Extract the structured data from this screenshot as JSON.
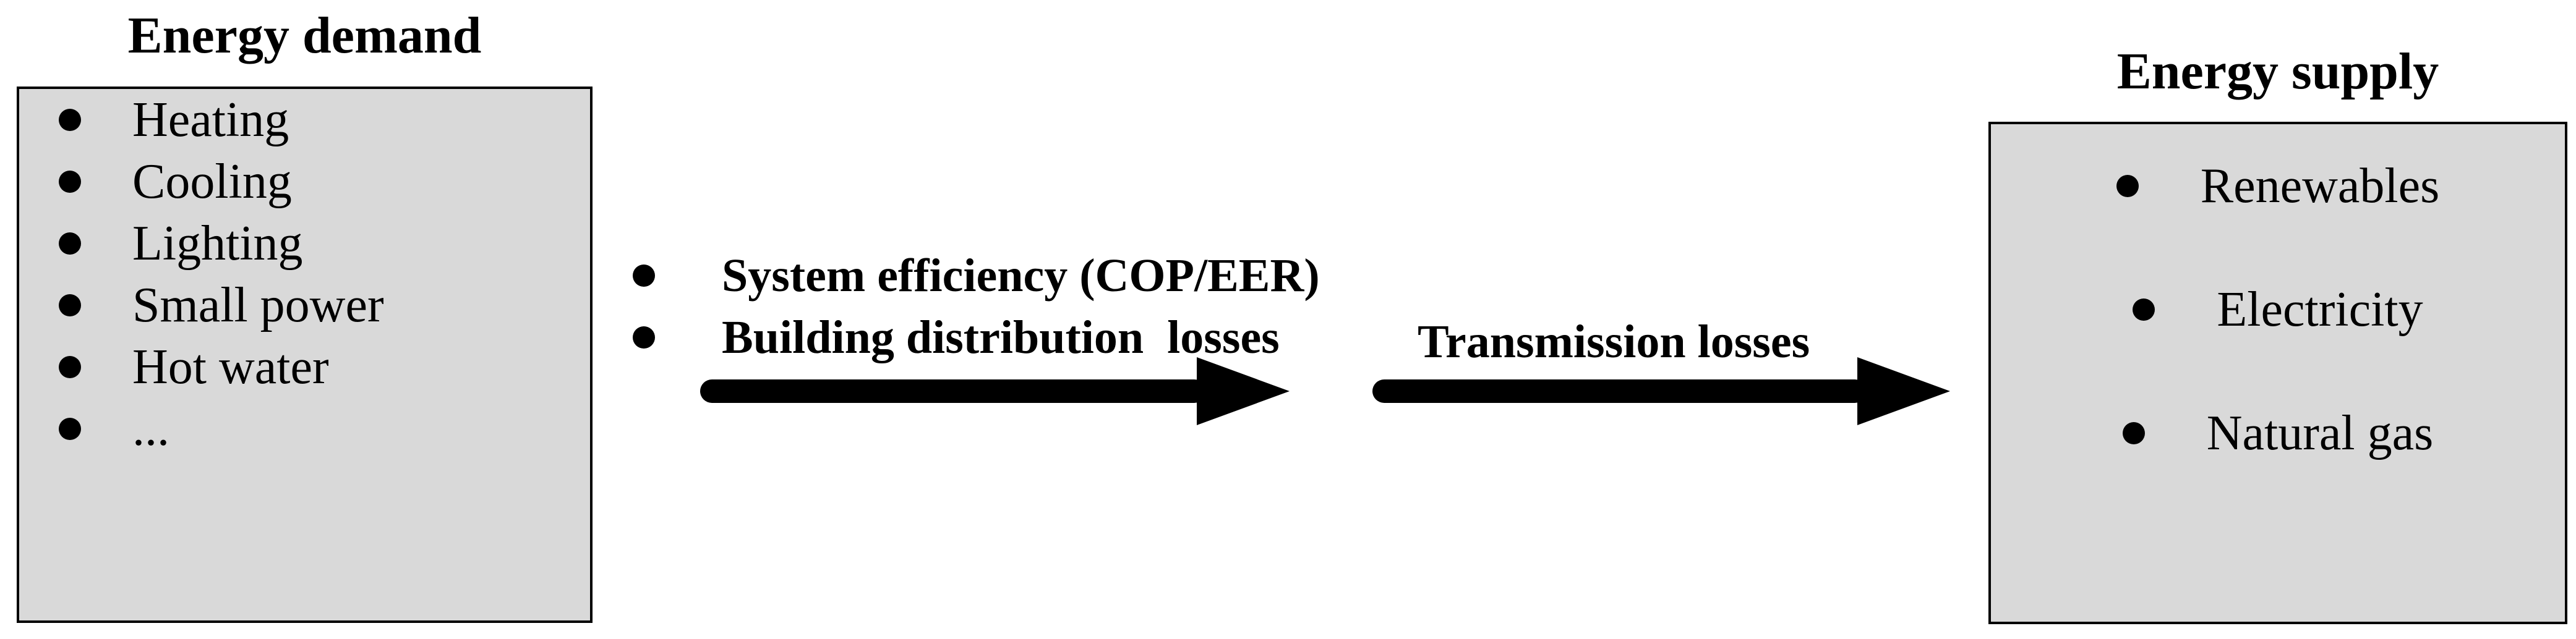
{
  "demand": {
    "title": "Energy demand",
    "items": [
      "Heating",
      "Cooling",
      "Lighting",
      "Small power",
      "Hot water",
      "..."
    ]
  },
  "middle": {
    "factors": [
      "System efficiency (COP/EER)",
      "Building distribution  losses"
    ],
    "transmission_label": "Transmission losses"
  },
  "supply": {
    "title": "Energy supply",
    "items": [
      "Renewables",
      "Electricity",
      "Natural gas"
    ]
  },
  "colors": {
    "background": "#ffffff",
    "box_fill": "#d9d9d9",
    "box_border": "#000000",
    "arrow": "#000000",
    "text": "#000000"
  }
}
